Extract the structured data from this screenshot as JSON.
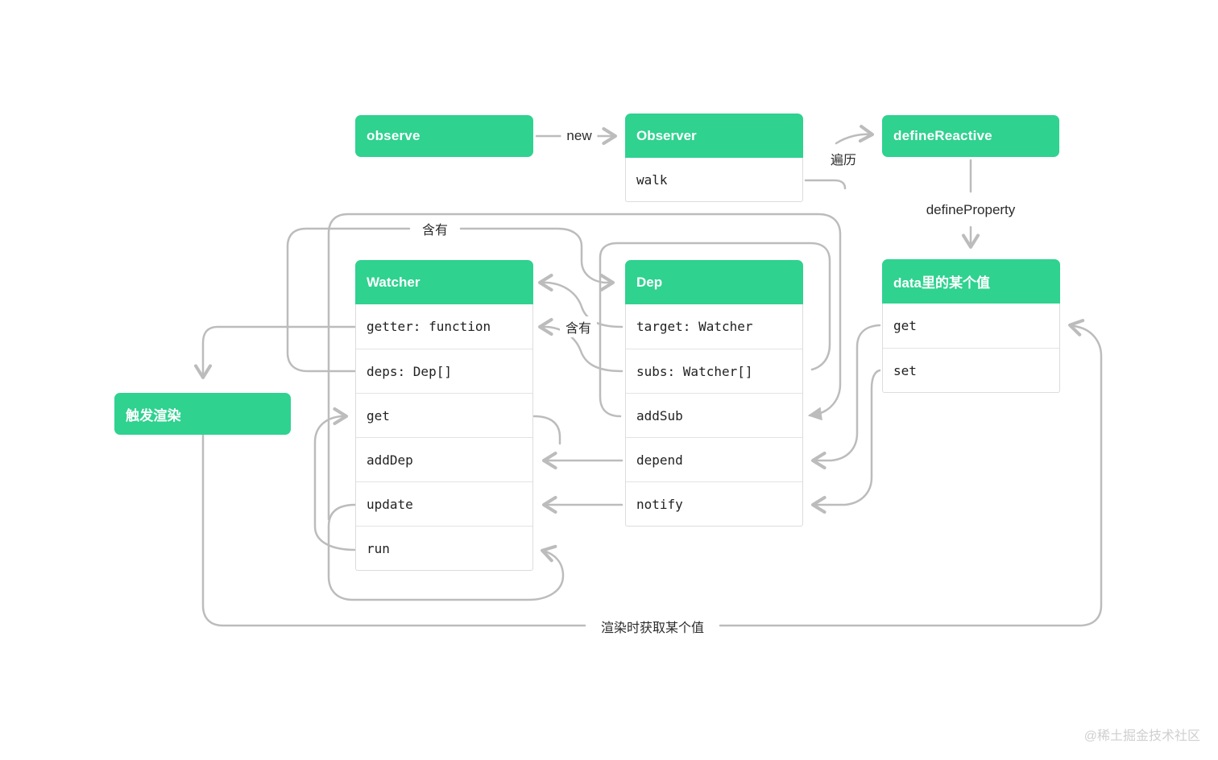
{
  "diagram": {
    "nodes": {
      "observe": {
        "title": "observe"
      },
      "observer": {
        "title": "Observer",
        "rows": [
          "walk"
        ]
      },
      "define_reactive": {
        "title": "defineReactive"
      },
      "data_value": {
        "title": "data里的某个值",
        "rows": [
          "get",
          "set"
        ]
      },
      "watcher": {
        "title": "Watcher",
        "rows": [
          "getter: function",
          "deps: Dep[]",
          "get",
          "addDep",
          "update",
          "run"
        ]
      },
      "dep": {
        "title": "Dep",
        "rows": [
          "target: Watcher",
          "subs: Watcher[]",
          "addSub",
          "depend",
          "notify"
        ]
      },
      "trigger_render": {
        "title": "触发渲染"
      }
    },
    "labels": {
      "new": "new",
      "traverse": "遍历",
      "define_property": "defineProperty",
      "contains_top": "含有",
      "contains_mid": "含有",
      "render_fetch": "渲染时获取某个值"
    },
    "watermark": "@稀土掘金技术社区",
    "colors": {
      "accent": "#2fd28f",
      "line": "#bcbcbc",
      "row_text": "#222222",
      "watermark": "#cfcfcf"
    }
  }
}
